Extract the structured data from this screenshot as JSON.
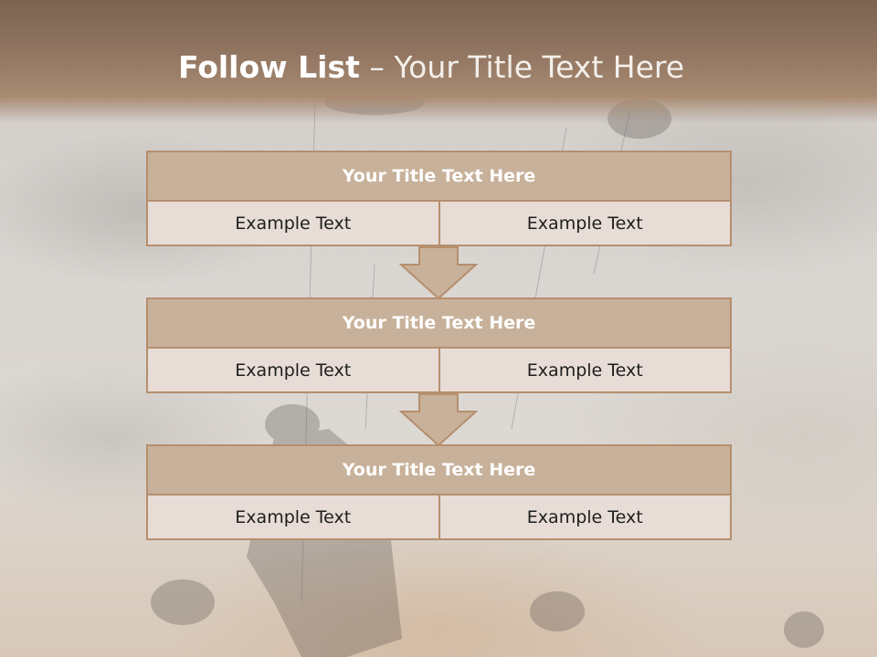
{
  "slide": {
    "title_bold": "Follow List",
    "title_rest": " – Your Title Text Here"
  },
  "blocks": [
    {
      "title": "Your Title Text Here",
      "cells": [
        "Example Text",
        "Example Text"
      ]
    },
    {
      "title": "Your Title Text Here",
      "cells": [
        "Example Text",
        "Example Text"
      ]
    },
    {
      "title": "Your Title Text Here",
      "cells": [
        "Example Text",
        "Example Text"
      ]
    }
  ],
  "colors": {
    "header_band": "#8f7460",
    "block_head": "#c8b19a",
    "block_border": "#b58f6e",
    "cell_fill": "#e7dcd6"
  }
}
